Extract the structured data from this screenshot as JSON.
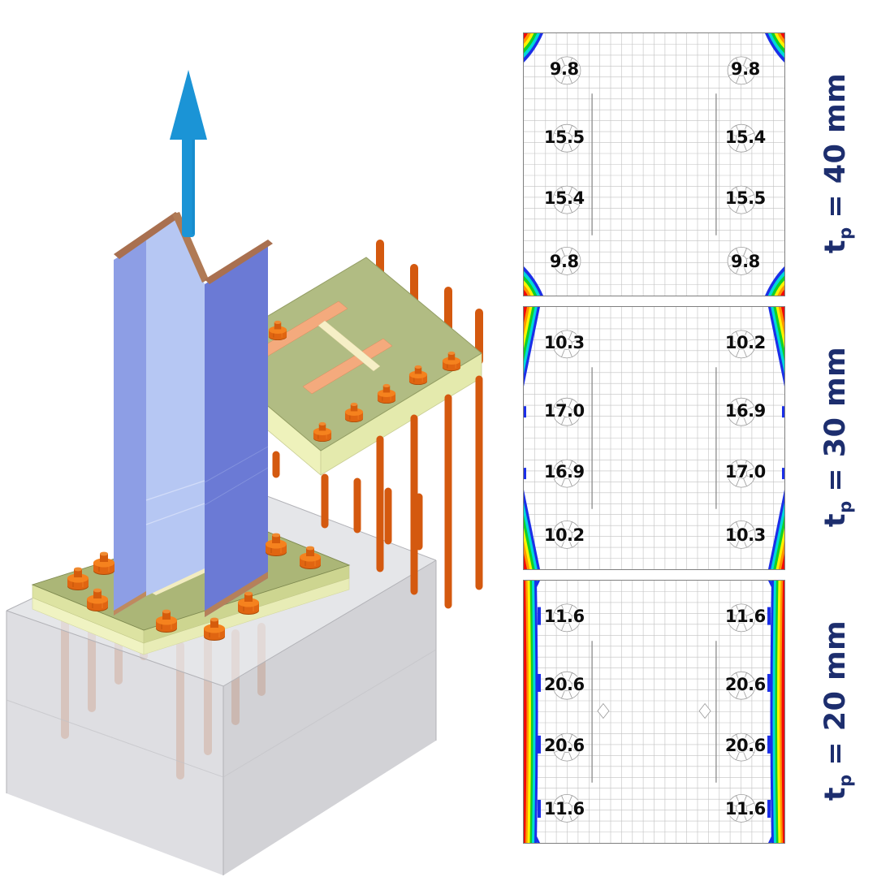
{
  "figure": {
    "type": "steel-column-base-plate-uplift-study",
    "left_illustration": {
      "elements": [
        "uplift-arrow",
        "steel-h-column",
        "base-plate",
        "anchor-bolts",
        "floating-base-plate",
        "anchor-rods",
        "concrete-block"
      ]
    },
    "colors": {
      "accent_navy": "#1d2e6e",
      "arrow_blue": "#1b94d6",
      "steel_web_light_blue": "#b6c7f3",
      "steel_flange_blue": "#6b7ad5",
      "steel_edge_blue": "#8d9ee5",
      "copper_edge": "#a97050",
      "plate_green_top": "#abb677",
      "plate_side_yellow": "#eef2bb",
      "bolt_orange": "#e06511",
      "rod_orange": "#d4590f",
      "concrete_gray": "#d8d8dc",
      "contour_scale": [
        "#f00a0a",
        "#ff9400",
        "#fff200",
        "#10d028",
        "#00d8d8",
        "#1b2fe8"
      ]
    }
  },
  "panels": [
    {
      "id": "tp40",
      "label": {
        "t": "t",
        "sub": "p",
        "rest": "= 40 mm"
      },
      "contour_pattern": "corners",
      "anchor_forces": {
        "rows": [
          [
            "9.8",
            "9.8"
          ],
          [
            "15.5",
            "15.4"
          ],
          [
            "15.4",
            "15.5"
          ],
          [
            "9.8",
            "9.8"
          ]
        ]
      }
    },
    {
      "id": "tp30",
      "label": {
        "t": "t",
        "sub": "p",
        "rest": "= 30 mm"
      },
      "contour_pattern": "corner-edges",
      "anchor_forces": {
        "rows": [
          [
            "10.3",
            "10.2"
          ],
          [
            "17.0",
            "16.9"
          ],
          [
            "16.9",
            "17.0"
          ],
          [
            "10.2",
            "10.3"
          ]
        ]
      }
    },
    {
      "id": "tp20",
      "label": {
        "t": "t",
        "sub": "p",
        "rest": "= 20 mm"
      },
      "contour_pattern": "edges-full",
      "anchor_forces": {
        "rows": [
          [
            "11.6",
            "11.6"
          ],
          [
            "20.6",
            "20.6"
          ],
          [
            "20.6",
            "20.6"
          ],
          [
            "11.6",
            "11.6"
          ]
        ]
      }
    }
  ]
}
